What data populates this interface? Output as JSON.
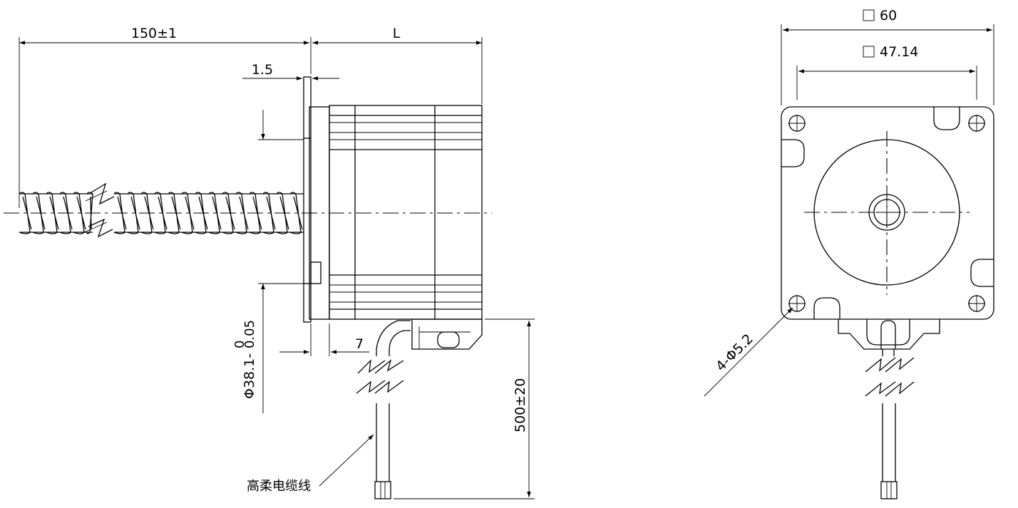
{
  "side_view": {
    "dim_screw_length": "150±1",
    "dim_motor_length": "L",
    "dim_flange": "1.5",
    "dim_boss_diameter": "Φ38.1-",
    "dim_tol_upper": "0",
    "dim_tol_lower": "0.05",
    "dim_offset": "7",
    "dim_cable_length": "500±20",
    "cable_note": "高柔电缆线"
  },
  "front_view": {
    "dim_outer_square": "60",
    "dim_hole_square": "47.14",
    "dim_holes": "4-Φ5.2"
  }
}
